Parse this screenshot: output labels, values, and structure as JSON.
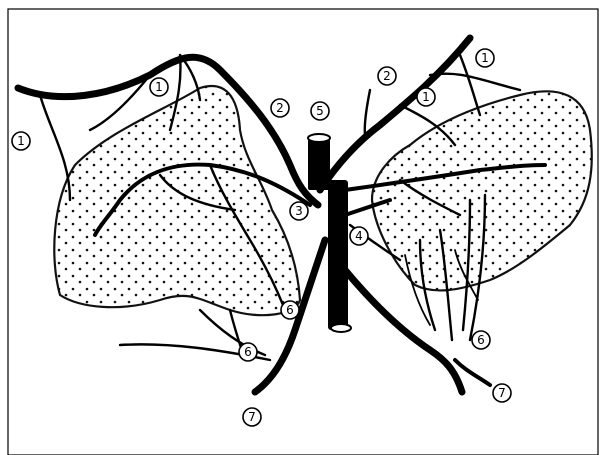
{
  "figure": {
    "labels": {
      "l1a": "1",
      "l1b": "1",
      "l1c": "1",
      "l1d": "1",
      "l2a": "2",
      "l2b": "2",
      "l3": "3",
      "l4": "4",
      "l5": "5",
      "l6a": "6",
      "l6b": "6",
      "l6c": "6",
      "l7a": "7",
      "l7b": "7"
    }
  }
}
